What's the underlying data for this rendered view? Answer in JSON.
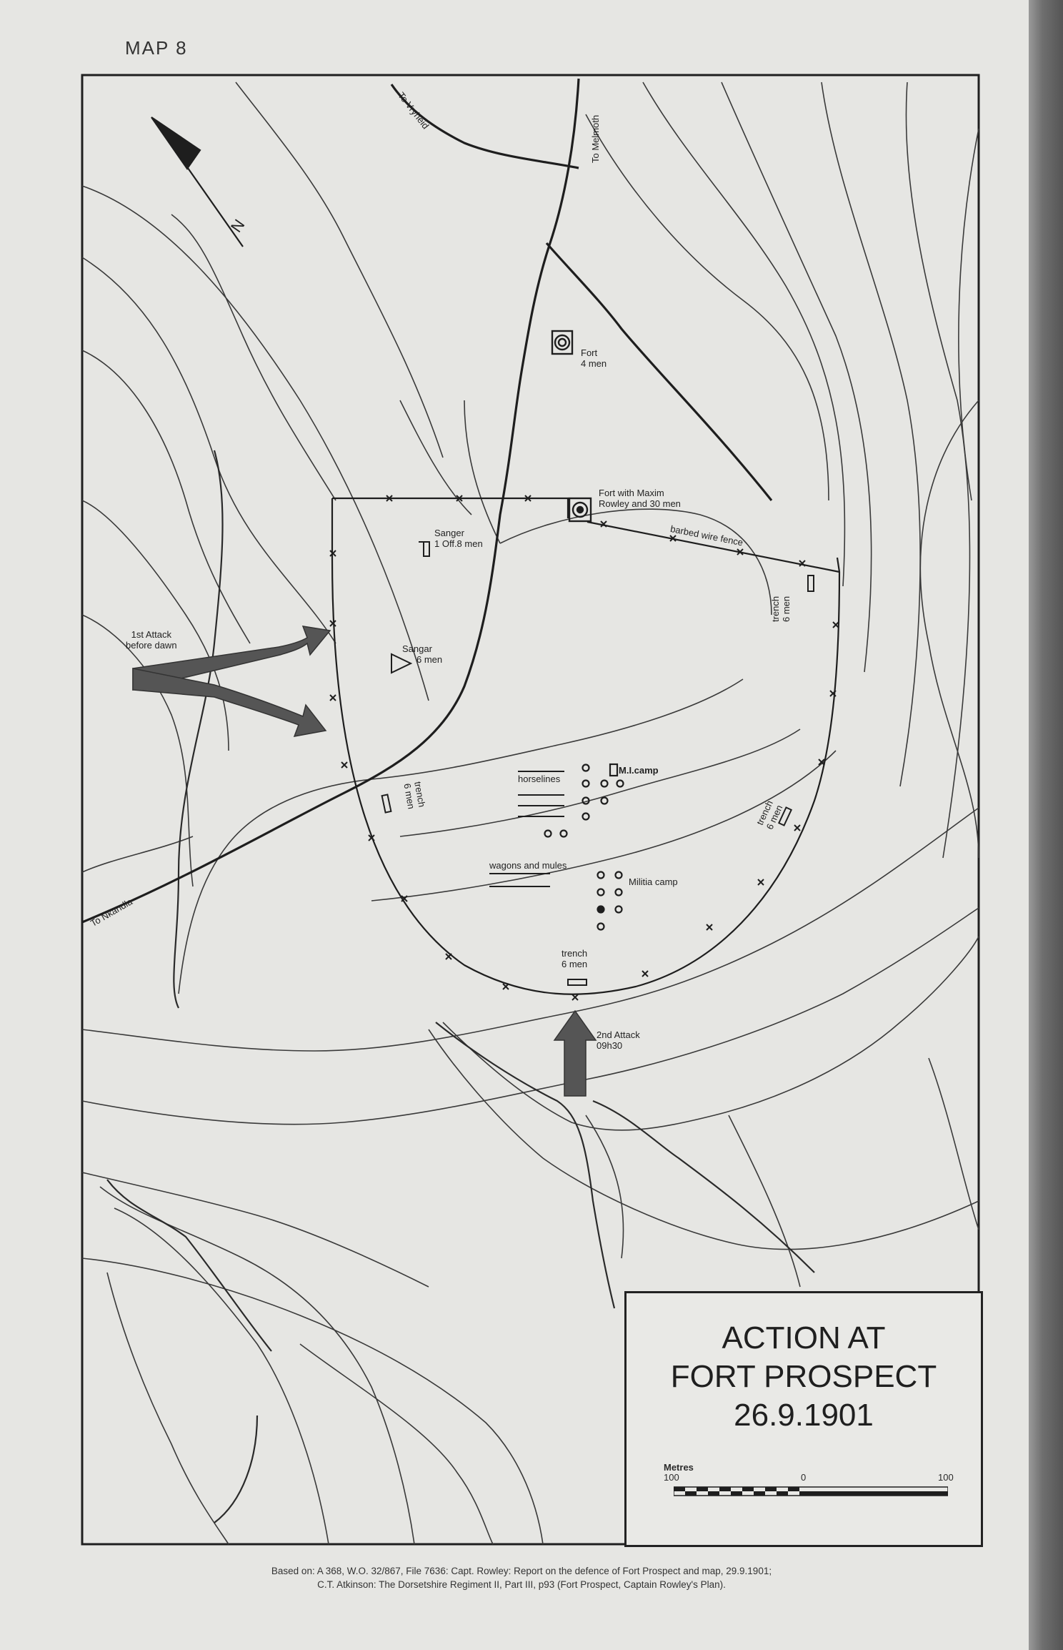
{
  "map_label": "MAP 8",
  "title": {
    "line1": "ACTION AT",
    "line2": "FORT PROSPECT",
    "line3": "26.9.1901"
  },
  "scale": {
    "unit": "Metres",
    "left": "100",
    "mid": "0",
    "right": "100"
  },
  "north_label": "N",
  "roads": {
    "vryheid": "To Vryheid",
    "melmoth": "To Melmoth",
    "nkandla": "To Nkandla"
  },
  "features": {
    "fort_top": [
      "Fort",
      "4 men"
    ],
    "fort_maxim": [
      "Fort with Maxim",
      "Rowley and 30 men"
    ],
    "barbed_wire": "barbed wire fence",
    "sanger1": [
      "Sanger",
      "1 Off.8 men"
    ],
    "sangar2": [
      "Sangar",
      "6 men"
    ],
    "trench_ne": [
      "trench",
      "6 men"
    ],
    "trench_w": [
      "trench",
      "6 men"
    ],
    "trench_e": [
      "trench",
      "6 men"
    ],
    "trench_s": [
      "trench",
      "6 men"
    ],
    "horselines": "horselines",
    "mi_camp": "M.I.camp",
    "wagons": "wagons and mules",
    "militia": "Militia camp"
  },
  "attacks": {
    "first": [
      "1st Attack",
      "before dawn"
    ],
    "second": [
      "2nd Attack",
      "09h30"
    ]
  },
  "source": {
    "line1": "Based on: A 368, W.O. 32/867, File 7636: Capt. Rowley: Report on the defence of Fort Prospect and map, 29.9.1901;",
    "line2": "C.T. Atkinson: The Dorsetshire Regiment II, Part III, p93 (Fort Prospect, Captain Rowley's Plan)."
  }
}
